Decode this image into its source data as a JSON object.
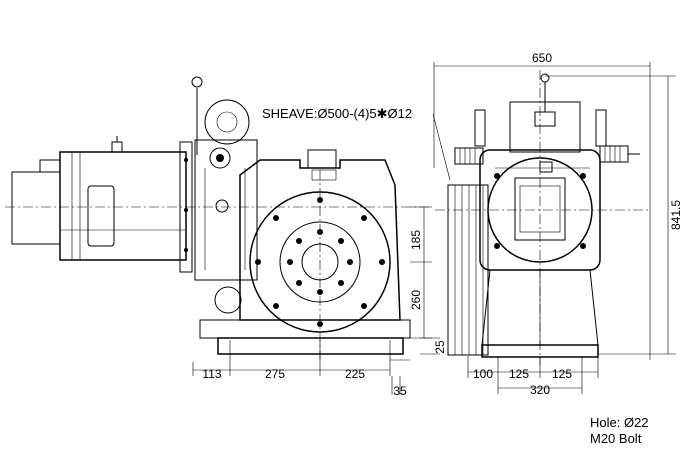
{
  "labels": {
    "sheave": "SHEAVE:Ø500-(4)5✱Ø12",
    "hole": "Hole: Ø22",
    "bolt": "M20 Bolt"
  },
  "dims": {
    "front_113": "113",
    "front_275": "275",
    "front_225": "225",
    "front_35": "35",
    "front_185": "185",
    "front_260": "260",
    "front_25": "25",
    "side_650": "650",
    "side_841": "841.5",
    "side_100": "100",
    "side_125a": "125",
    "side_125b": "125",
    "side_320": "320"
  }
}
